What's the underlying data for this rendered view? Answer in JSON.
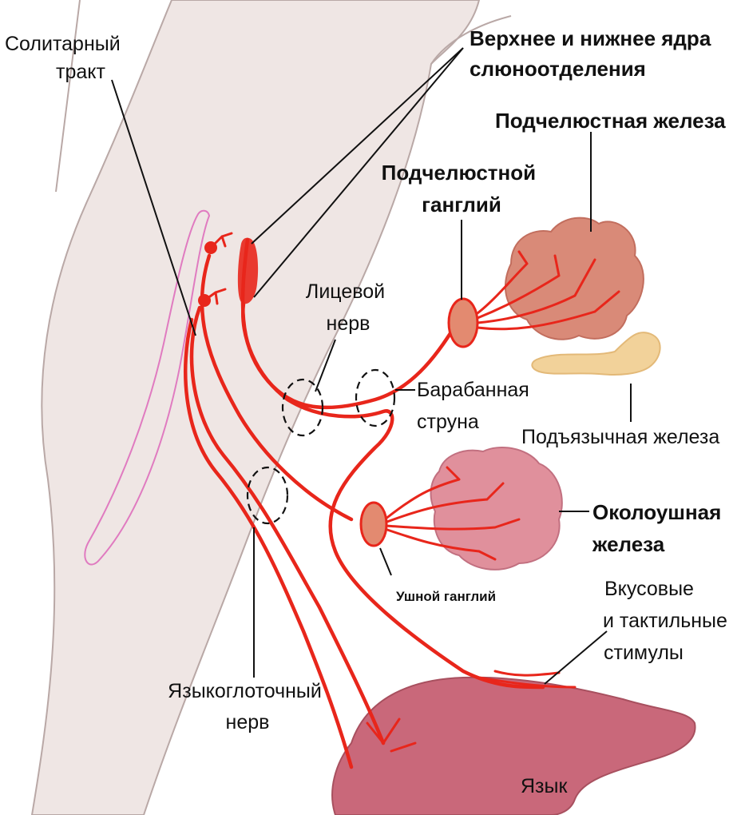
{
  "labels": {
    "solitary_tract": [
      "Солитарный",
      "тракт"
    ],
    "salivatory_nuclei": [
      "Верхнее и нижнее ядра",
      "слюноотделения"
    ],
    "submandibular_gland": "Подчелюстная железа",
    "submandibular_ganglion": [
      "Подчелюстной",
      "ганглий"
    ],
    "facial_nerve": [
      "Лицевой",
      "нерв"
    ],
    "chorda_tympani": [
      "Барабанная",
      "струна"
    ],
    "sublingual_gland": "Подъязычная железа",
    "parotid_gland": [
      "Околоушная",
      "железа"
    ],
    "otic_ganglion": "Ушной ганглий",
    "taste_stimuli": [
      "Вкусовые",
      "и тактильные",
      "стимулы"
    ],
    "glossopharyngeal_nerve": [
      "Языкоглоточный",
      "нерв"
    ],
    "tongue": "Язык"
  },
  "colors": {
    "nerve": "#e8261b",
    "brainstem": "#efe6e4",
    "gland": "#d98a78",
    "sublingual": "#f2d29a",
    "tongue": "#c9687a",
    "tract_outline": "#e07bc0"
  }
}
